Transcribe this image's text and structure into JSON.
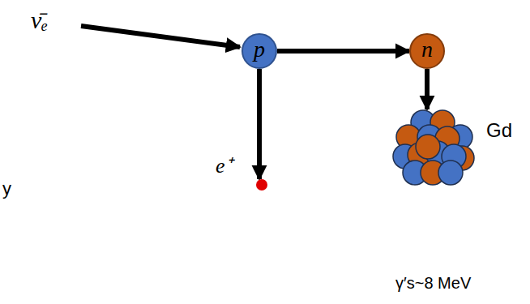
{
  "diagram": {
    "nodes": [
      {
        "text": [
          "p"
        ]
      },
      {
        "text": [
          "n"
        ]
      },
      {
        "text": [
          "Gd"
        ]
      },
      {
        "text": [
          "e⁺"
        ]
      }
    ],
    "edges": [
      {
        "from": 0,
        "to": 1,
        "arrow": "to"
      },
      {
        "from": 1,
        "to": 2,
        "arrow": "to"
      },
      {
        "from": 0,
        "to": 3,
        "arrow": "to"
      }
    ],
    "labels": [
      "ν̄ₑ",
      "γ′s~8 MeV",
      "y"
    ]
  }
}
